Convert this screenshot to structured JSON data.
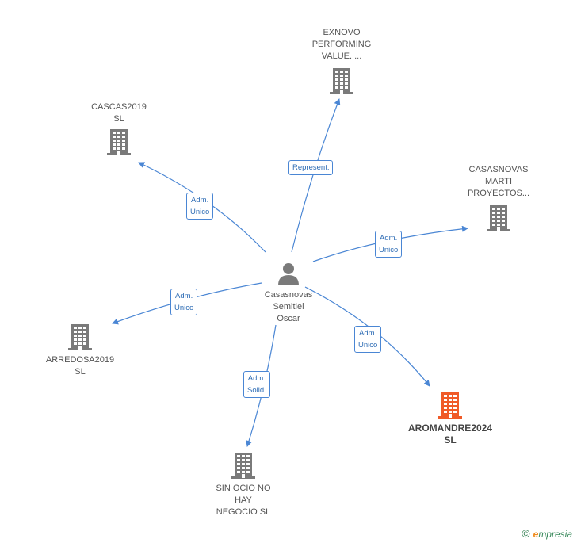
{
  "person": {
    "name": "Casasnovas\nSemitiel\nOscar",
    "icon": "person-icon"
  },
  "companies": [
    {
      "id": "exnovo",
      "name": "EXNOVO\nPERFORMING\nVALUE. ...",
      "icon": "building-icon",
      "color": "#7a7a7a"
    },
    {
      "id": "cascas",
      "name": "CASCAS2019\nSL",
      "icon": "building-icon",
      "color": "#7a7a7a"
    },
    {
      "id": "casasnovas",
      "name": "CASASNOVAS\nMARTI\nPROYECTOS...",
      "icon": "building-icon",
      "color": "#7a7a7a"
    },
    {
      "id": "arredosa",
      "name": "ARREDOSA2019\nSL",
      "icon": "building-icon",
      "color": "#7a7a7a"
    },
    {
      "id": "aromandre",
      "name": "AROMANDRE2024\nSL",
      "icon": "building-icon",
      "color": "#f05a28"
    },
    {
      "id": "sinocio",
      "name": "SIN OCIO NO\nHAY\nNEGOCIO SL",
      "icon": "building-icon",
      "color": "#7a7a7a"
    }
  ],
  "relations": [
    {
      "target": "exnovo",
      "label": "Represent."
    },
    {
      "target": "cascas",
      "label": "Adm.\nUnico"
    },
    {
      "target": "casasnovas",
      "label": "Adm.\nUnico"
    },
    {
      "target": "arredosa",
      "label": "Adm.\nUnico"
    },
    {
      "target": "aromandre",
      "label": "Adm.\nUnico"
    },
    {
      "target": "sinocio",
      "label": "Adm.\nSolid."
    }
  ],
  "colors": {
    "edge": "#4a86d4",
    "node_default": "#7a7a7a",
    "node_highlight": "#f05a28"
  },
  "watermark": {
    "symbol": "©",
    "brand_initial": "e",
    "brand_rest": "mpresia"
  }
}
